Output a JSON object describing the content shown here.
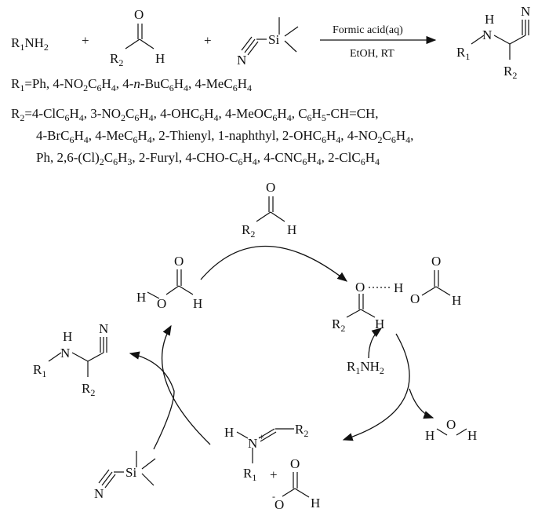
{
  "reaction": {
    "amine": "R1NH2",
    "plus": "+",
    "arrow_top": "Formic acid(aq)",
    "arrow_bottom": "EtOH, RT"
  },
  "substituents": {
    "r1_line": "R1=Ph, 4-NO2C6H4, 4-n-BuC6H4, 4-MeC6H4",
    "r2_line1": "R2=4-ClC6H4, 3-NO2C6H4, 4-OHC6H4, 4-MeOC6H4, C6H5-CH=CH,",
    "r2_line2": "4-BrC6H4, 4-MeC6H4, 2-Thienyl, 1-naphthyl, 2-OHC6H4, 4-NO2C6H4,",
    "r2_line3": "Ph, 2,6-(Cl)2C6H3, 2-Furyl, 4-CHO-C6H4, 4-CNC6H4, 2-ClC6H4"
  },
  "atoms": {
    "H": "H",
    "O": "O",
    "N": "N",
    "Si": "Si",
    "R1": "R1",
    "R2": "R2",
    "plus_charge": "+",
    "minus_charge": "-"
  },
  "mechanism": {
    "amine": "R1NH2",
    "plus": "+"
  }
}
